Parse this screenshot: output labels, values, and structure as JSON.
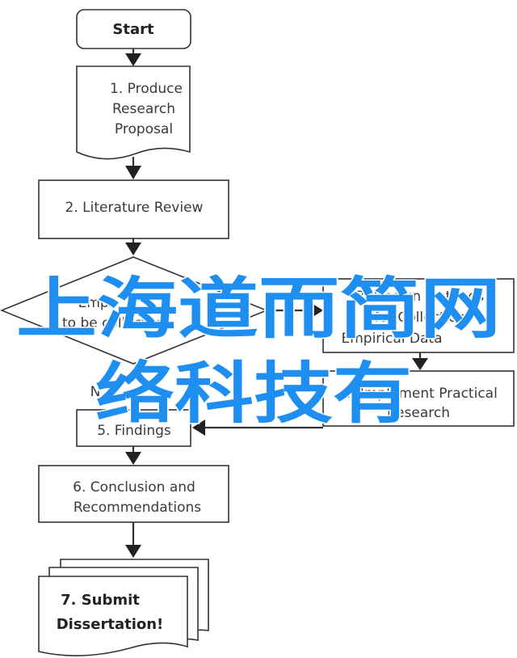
{
  "nodes": {
    "start": "Start",
    "proposal": [
      "1. Produce",
      "Research",
      "Proposal"
    ],
    "literature": "2. Literature Review",
    "decision": [
      "Empi",
      "to be collected"
    ],
    "design": [
      "3. Design Methods",
      "for Collection",
      "Empirical Data"
    ],
    "practical": [
      "4. Implement Practical",
      "Research"
    ],
    "no_label": "N",
    "findings": "5. Findings",
    "conclusion": [
      "6. Conclusion and",
      "Recommendations"
    ],
    "submit": [
      "7. Submit",
      "Dissertation!"
    ]
  },
  "watermark": {
    "line1": "上海道而简网",
    "line2": "络科技有",
    "color": "#1e8ff0"
  }
}
